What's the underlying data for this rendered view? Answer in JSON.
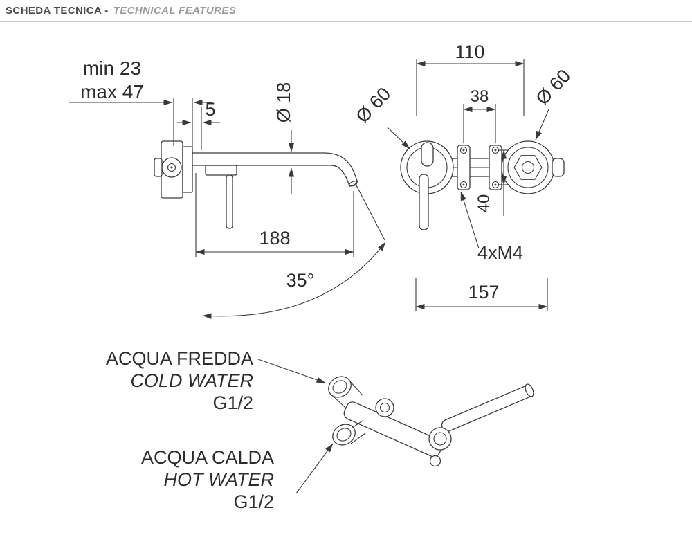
{
  "header": {
    "title_italian": "SCHEDA TECNICA -",
    "title_english": "TECHNICAL FEATURES"
  },
  "side_view": {
    "wall_depth_min": "min 23",
    "wall_depth_max": "max 47",
    "plate_gap": "5",
    "spout_diameter": "Ø 18",
    "spout_reach": "188",
    "swivel_angle": "35°"
  },
  "front_view": {
    "centers_distance": "110",
    "bracket_distance": "38",
    "flange_diameter_left": "Ø 60",
    "flange_diameter_right": "Ø 60",
    "bracket_hole_distance": "40",
    "screws_spec": "4xM4",
    "overall_width": "157"
  },
  "connections": {
    "cold": {
      "title": "ACQUA FREDDA",
      "subtitle": "COLD WATER",
      "thread": "G1/2"
    },
    "hot": {
      "title": "ACQUA CALDA",
      "subtitle": "HOT WATER",
      "thread": "G1/2"
    }
  },
  "colors": {
    "line": "#3a3a3a",
    "text": "#2d2d2d",
    "header_text": "#4a4a4a",
    "header_accent": "#9b9b9b",
    "rule": "#c9c9c9",
    "background": "#ffffff"
  }
}
